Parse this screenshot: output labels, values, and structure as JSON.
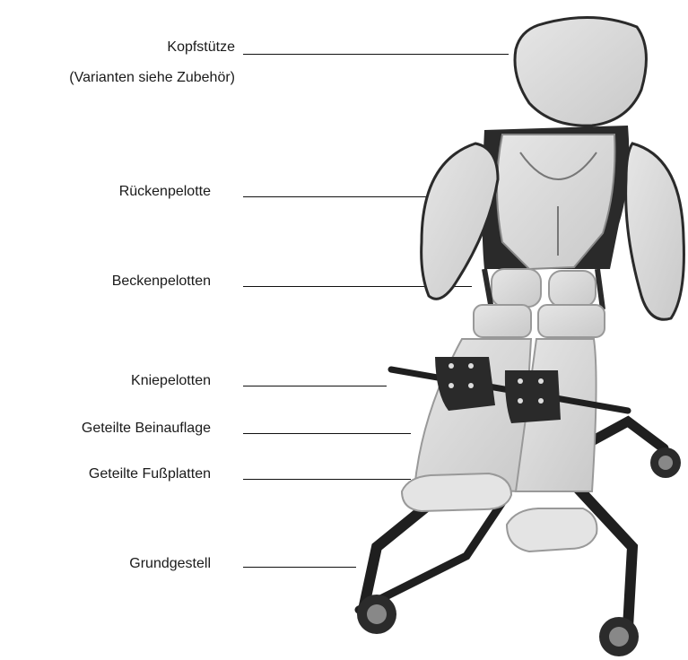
{
  "labels": {
    "kopfstuetze": "Kopfstütze",
    "varianten": "(Varianten siehe Zubehör)",
    "rueckenpelotte": "Rückenpelotte",
    "beckenpelotten": "Beckenpelotten",
    "kniepelotten": "Kniepelotten",
    "beinauflage": "Geteilte Beinauflage",
    "fussplatten": "Geteilte Fußplatten",
    "grundgestell": "Grundgestell"
  },
  "colors": {
    "pad": "#d9d9d9",
    "frame": "#1f1f1f",
    "strap": "#2a2a2a",
    "wheel": "#3a3a3a"
  }
}
